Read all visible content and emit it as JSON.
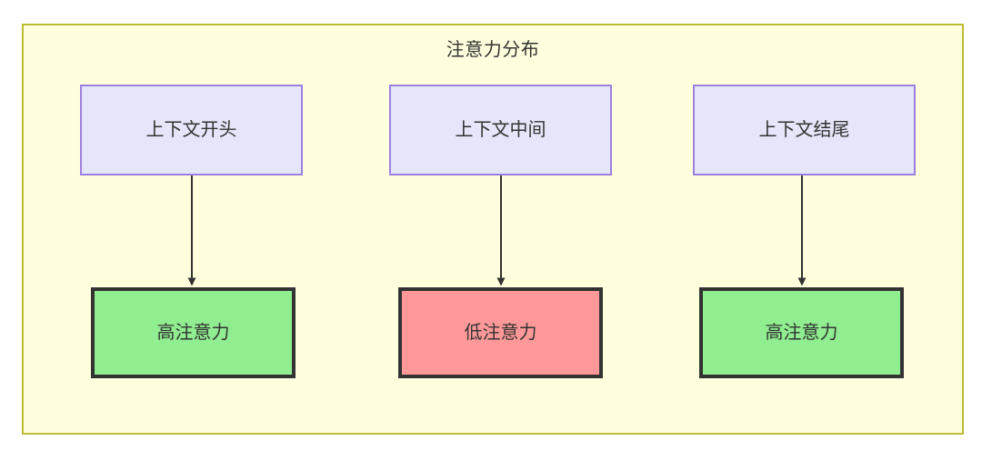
{
  "diagram": {
    "title": "注意力分布",
    "container": {
      "fill": "#ffffdd",
      "stroke": "#bbbb33"
    },
    "colors": {
      "source_fill": "#e6e6fa",
      "source_stroke": "#9d7fe0",
      "high_attention_fill": "#90ee90",
      "low_attention_fill": "#ff9999",
      "target_stroke": "#333333",
      "edge_stroke": "#333333",
      "text": "#333333"
    },
    "columns": [
      {
        "source_label": "上下文开头",
        "target_label": "高注意力",
        "attention": "high"
      },
      {
        "source_label": "上下文中间",
        "target_label": "低注意力",
        "attention": "low"
      },
      {
        "source_label": "上下文结尾",
        "target_label": "高注意力",
        "attention": "high"
      }
    ],
    "edges": [
      {
        "from": "上下文开头",
        "to": "高注意力"
      },
      {
        "from": "上下文中间",
        "to": "低注意力"
      },
      {
        "from": "上下文结尾",
        "to": "高注意力"
      }
    ]
  }
}
